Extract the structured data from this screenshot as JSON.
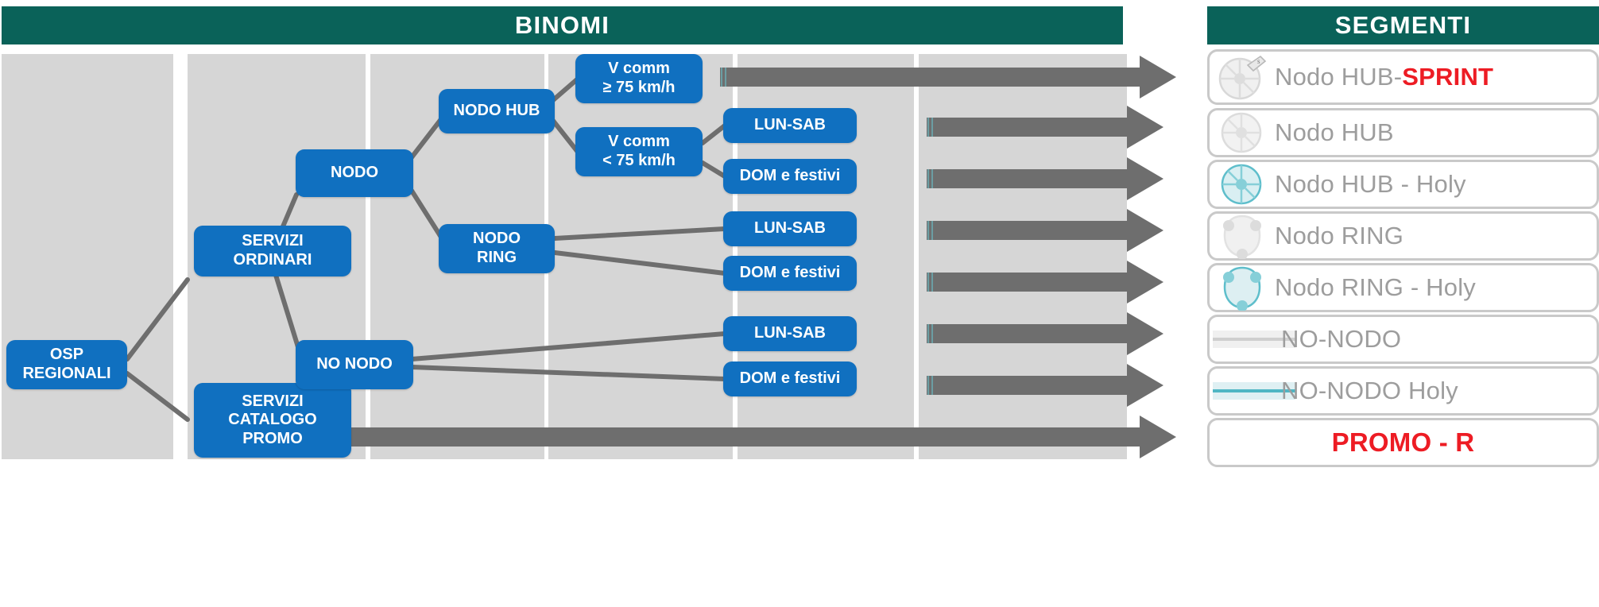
{
  "headers": {
    "binomi": "BINOMI",
    "segmenti": "SEGMENTI"
  },
  "colors": {
    "header_teal": "#0a6259",
    "node_blue": "#1070c0",
    "lane_grey": "#d6d6d6",
    "connector_grey": "#6e6e6e",
    "arrow_grey": "#6e6e6e",
    "segment_label_grey": "#9d9d9d",
    "accent_red": "#ed1c24",
    "holy_teal": "#7ecdd6"
  },
  "tree": {
    "root": {
      "label": "OSP\nREGIONALI",
      "line1": "OSP",
      "line2": "REGIONALI"
    },
    "level2": [
      {
        "label": "SERVIZI ORDINARI",
        "line1": "SERVIZI",
        "line2": "ORDINARI"
      },
      {
        "label": "SERVIZI CATALOGO PROMO",
        "line1": "SERVIZI",
        "line2": "CATALOGO",
        "line3": "PROMO"
      }
    ],
    "level3": [
      {
        "label": "NODO"
      },
      {
        "label": "NO NODO"
      }
    ],
    "level4": [
      {
        "label": "NODO HUB"
      },
      {
        "label": "NODO RING",
        "line1": "NODO",
        "line2": "RING"
      }
    ],
    "level5": [
      {
        "label": "V comm ≥ 75 km/h",
        "line1": "V comm",
        "line2": "≥ 75 km/h"
      },
      {
        "label": "V comm < 75 km/h",
        "line1": "V comm",
        "line2": "< 75 km/h"
      }
    ],
    "level6": [
      {
        "label": "LUN-SAB"
      },
      {
        "label": "DOM e festivi"
      },
      {
        "label": "LUN-SAB"
      },
      {
        "label": "DOM e festivi"
      },
      {
        "label": "LUN-SAB"
      },
      {
        "label": "DOM e festivi"
      }
    ]
  },
  "segments": [
    {
      "text_plain": "Nodo HUB-",
      "text_accent": "SPRINT",
      "icon": "hub-wheel-sprint-icon",
      "accent": true
    },
    {
      "text_plain": "Nodo HUB",
      "text_accent": "",
      "icon": "hub-wheel-icon",
      "accent": false
    },
    {
      "text_plain": "Nodo HUB -  Holy",
      "text_accent": "",
      "icon": "hub-wheel-holy-icon",
      "accent": false
    },
    {
      "text_plain": "Nodo RING",
      "text_accent": "",
      "icon": "ring-node-icon",
      "accent": false
    },
    {
      "text_plain": "Nodo RING - Holy",
      "text_accent": "",
      "icon": "ring-node-holy-icon",
      "accent": false
    },
    {
      "text_plain": "NO-NODO",
      "text_accent": "",
      "icon": "road-line-icon",
      "accent": false
    },
    {
      "text_plain": "NO-NODO Holy",
      "text_accent": "",
      "icon": "road-line-holy-icon",
      "accent": false
    },
    {
      "text_plain": "PROMO - R",
      "text_accent": "",
      "icon": "none",
      "accent": true
    }
  ]
}
